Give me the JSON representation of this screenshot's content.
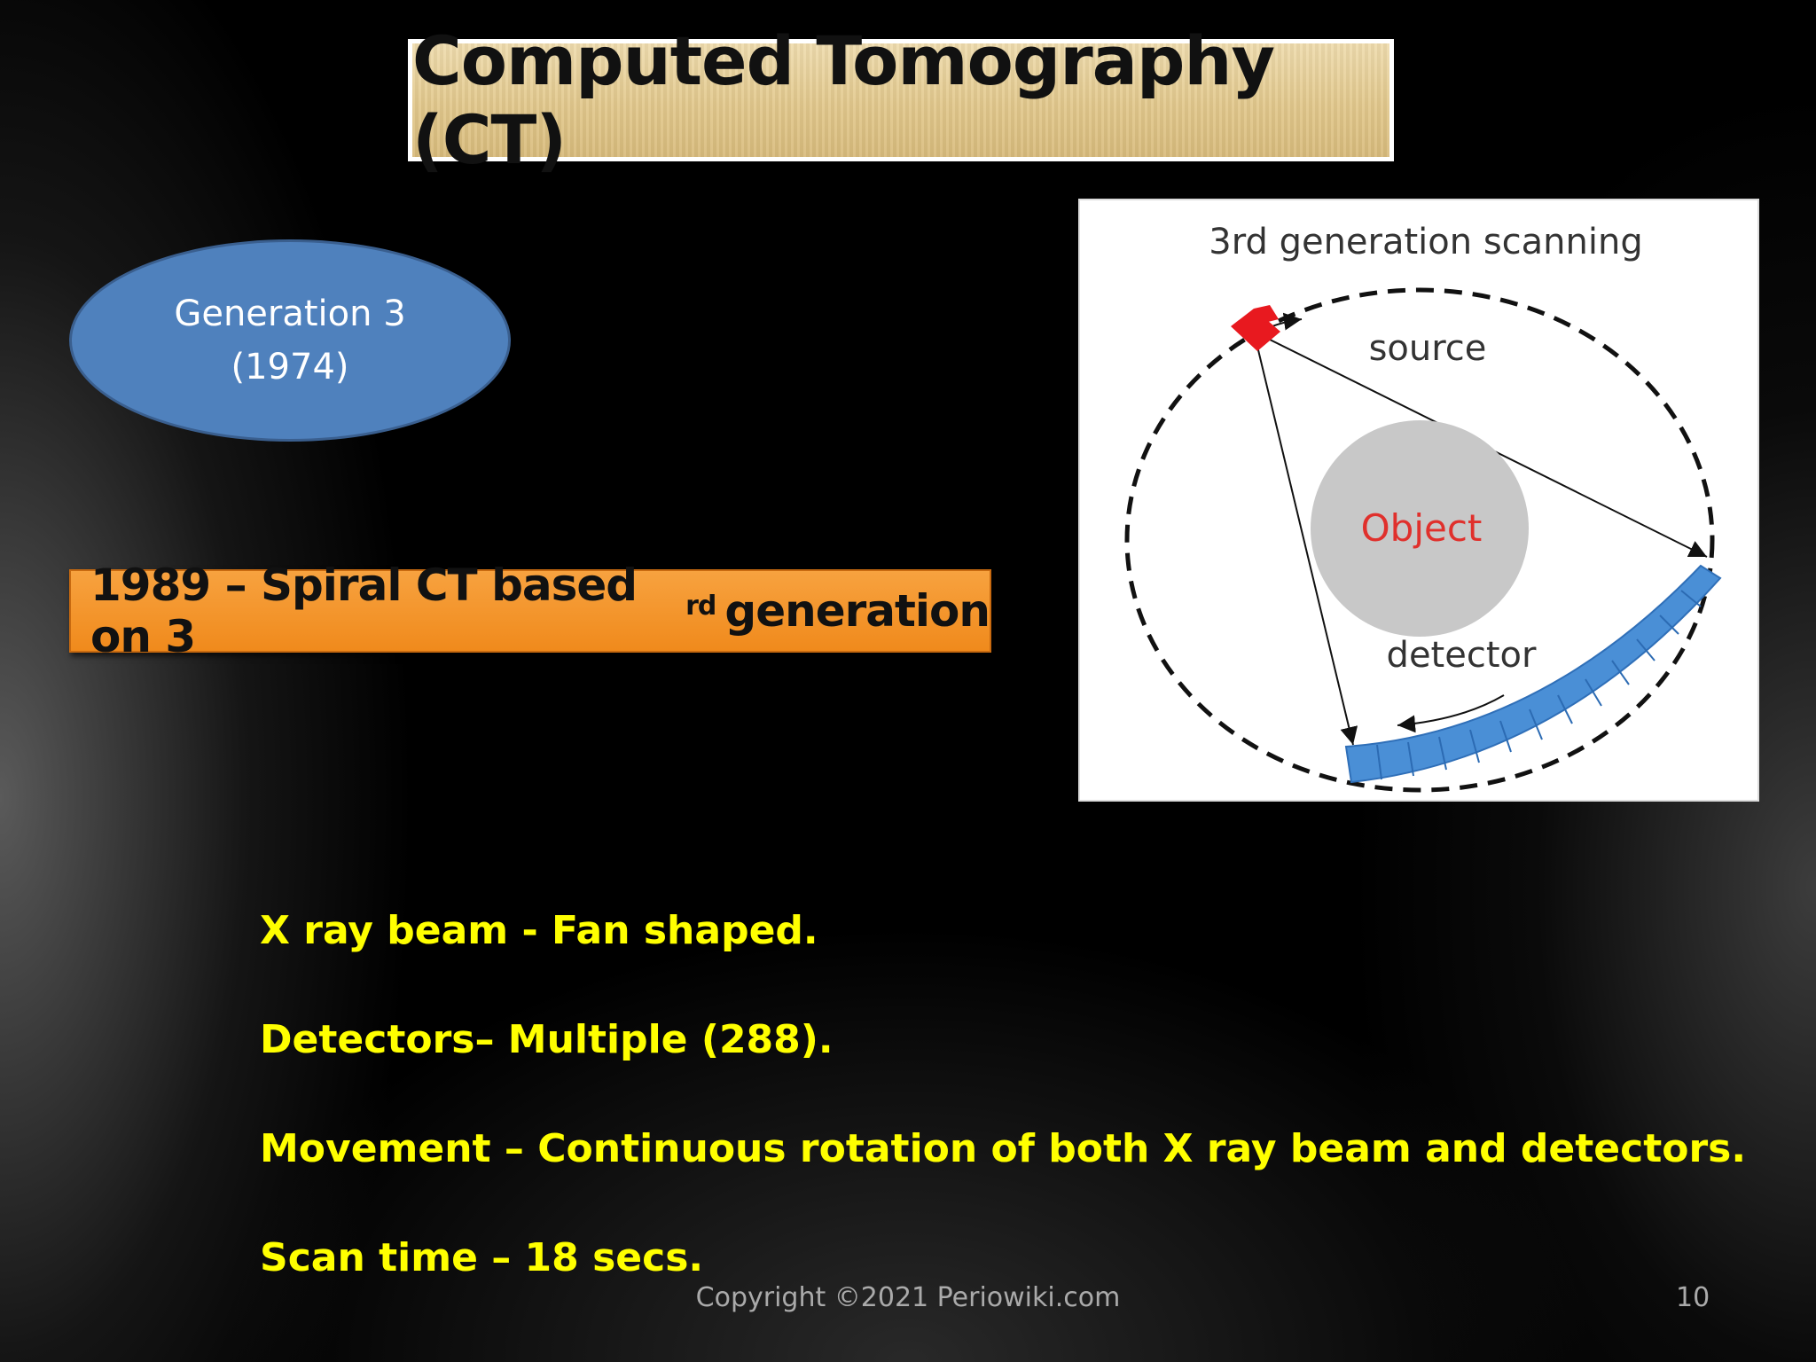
{
  "title": "Computed Tomography (CT)",
  "generation": {
    "line1": "Generation 3",
    "line2": "(1974)"
  },
  "spiral": {
    "prefix": "1989 – Spiral CT based on 3",
    "sup": "rd",
    "suffix": "generation"
  },
  "diagram": {
    "heading": "3rd generation scanning",
    "source_label": "source",
    "object_label": "Object",
    "detector_label": "detector",
    "colors": {
      "source": "#e8191f",
      "detector": "#4a8fd6",
      "object": "#c8c8c8",
      "object_text": "#e0302c"
    }
  },
  "bullets": [
    "X ray beam -  Fan shaped.",
    "Detectors– Multiple (288).",
    "Movement – Continuous rotation of both X ray beam and detectors.",
    "Scan time – 18 secs."
  ],
  "footer": {
    "copyright": "Copyright ©2021 Periowiki.com",
    "page": "10"
  }
}
